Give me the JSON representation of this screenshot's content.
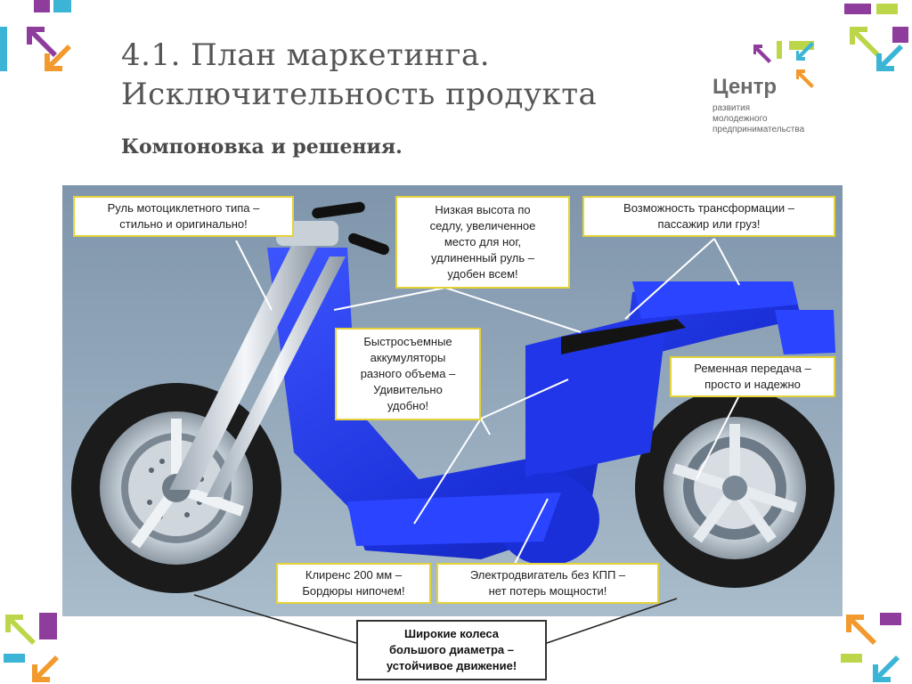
{
  "title": {
    "line1": "4.1. План маркетинга.",
    "line2": "Исключительность продукта"
  },
  "subtitle": "Компоновка и решения.",
  "logo": {
    "name": "Центр",
    "sub_line1": "развития",
    "sub_line2": "молодежного",
    "sub_line3": "предпринимательства"
  },
  "callouts": {
    "handlebar": {
      "line1": "Руль мотоциклетного типа –",
      "line2": "стильно и оригинально!"
    },
    "seat": {
      "line1": "Низкая высота по",
      "line2": "седлу, увеличенное",
      "line3": "место для ног,",
      "line4": "удлиненный руль –",
      "line5": "удобен всем!"
    },
    "transform": {
      "line1": "Возможность трансформации –",
      "line2": "пассажир или груз!"
    },
    "battery": {
      "line1": "Быстросъемные",
      "line2": "аккумуляторы",
      "line3": "разного объема –",
      "line4": "Удивительно",
      "line5": "удобно!"
    },
    "belt": {
      "line1": "Ременная передача –",
      "line2": "просто и надежно"
    },
    "clearance": {
      "line1": "Клиренс 200 мм –",
      "line2": "Бордюры нипочем!"
    },
    "motor": {
      "line1": "Электродвигатель без КПП –",
      "line2": "нет потерь мощности!"
    },
    "wheels": {
      "line1": "Широкие колеса",
      "line2": "большого диаметра –",
      "line3": "устойчивое движение!"
    }
  },
  "colors": {
    "bike_blue": "#1a2fd8",
    "callout_border": "#e3d23a",
    "accent_purple": "#8e3d9c",
    "accent_green": "#bcd64a",
    "accent_cyan": "#3bb4d6",
    "accent_orange": "#f29a2e"
  }
}
